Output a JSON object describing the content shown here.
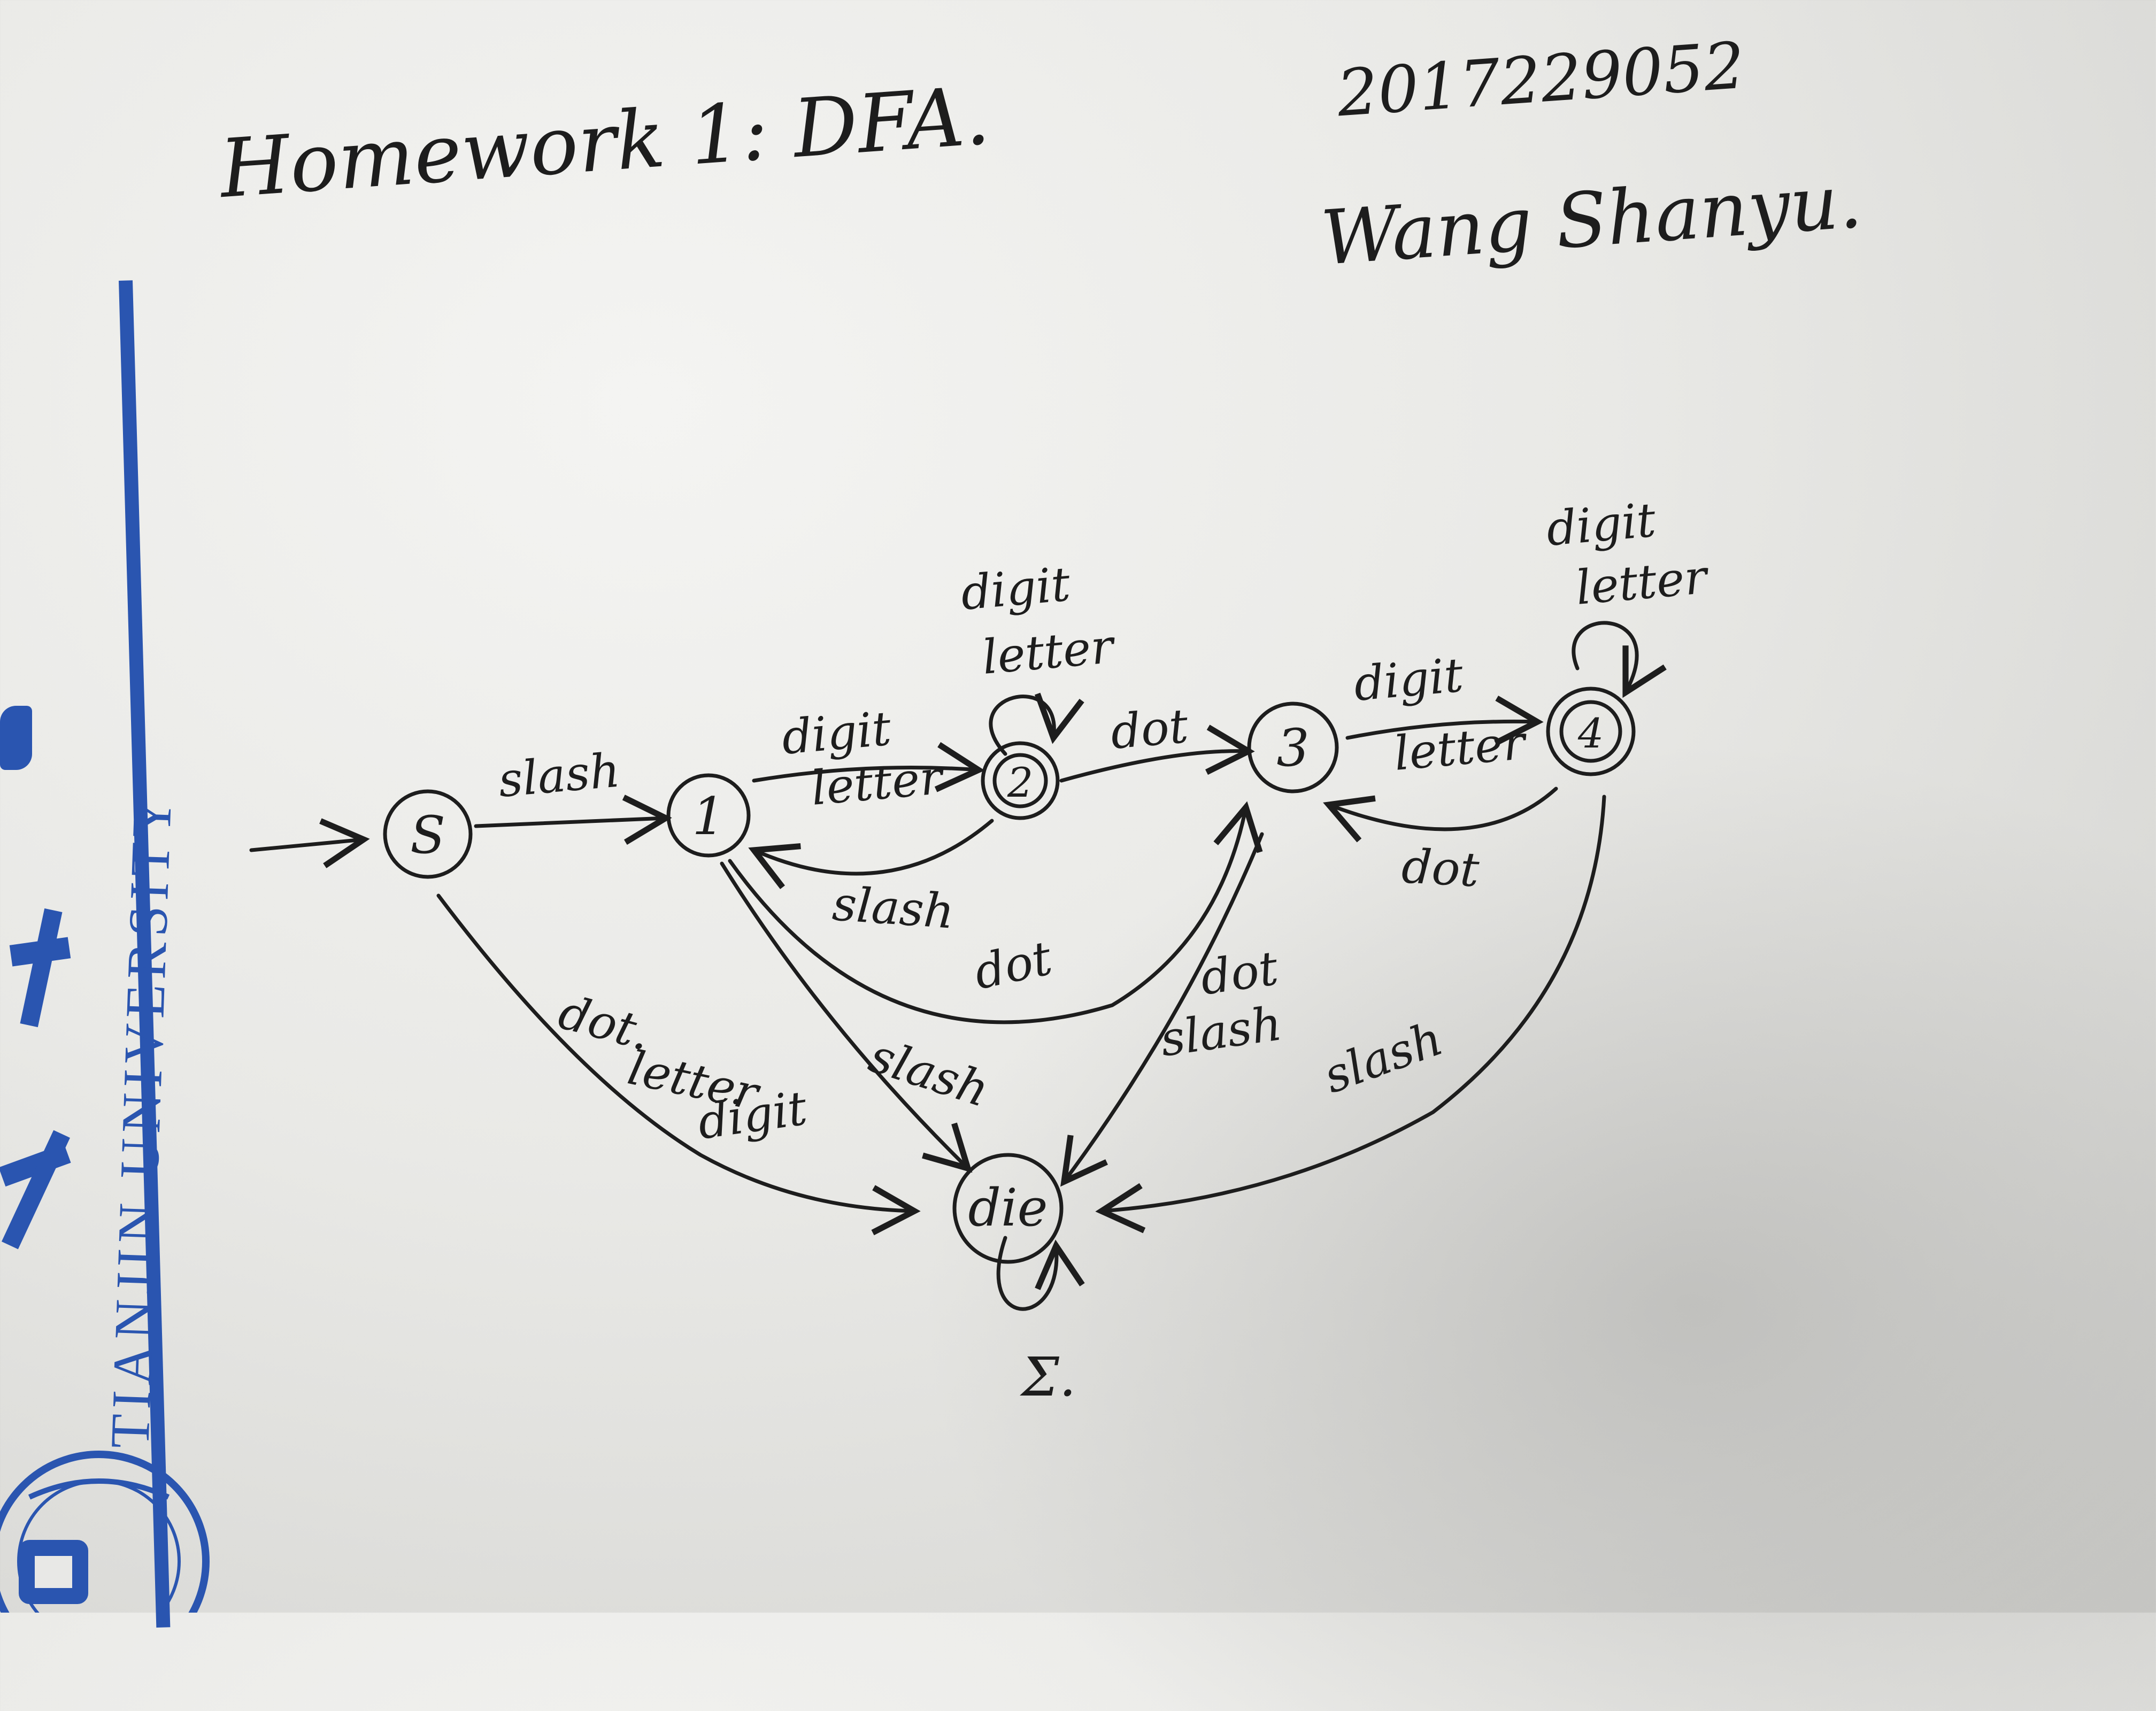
{
  "header": {
    "title": "Homework 1: DFA.",
    "student_id": "2017229052",
    "student_name": "Wang Shanyu."
  },
  "letterhead": {
    "university": "TIANJIN UNIVERSITY",
    "brand_color": "#2a55b0"
  },
  "diagram": {
    "states": [
      {
        "id": "S",
        "label": "S",
        "start": true,
        "accept": false
      },
      {
        "id": "1",
        "label": "1",
        "start": false,
        "accept": false
      },
      {
        "id": "2",
        "label": "2",
        "start": false,
        "accept": true
      },
      {
        "id": "3",
        "label": "3",
        "start": false,
        "accept": false
      },
      {
        "id": "4",
        "label": "4",
        "start": false,
        "accept": true
      },
      {
        "id": "die",
        "label": "die",
        "start": false,
        "accept": false
      }
    ],
    "edge_labels": {
      "s_1": "slash",
      "one_2_a": "digit",
      "one_2_b": "letter",
      "two_loop_a": "digit",
      "two_loop_b": "letter",
      "two_3": "dot",
      "two_1": "slash",
      "three_4_a": "digit",
      "three_4_b": "letter",
      "four_loop_a": "digit",
      "four_loop_b": "letter",
      "four_3": "dot",
      "one_3": "dot",
      "one_die": "slash",
      "s_die_a": "dot.",
      "s_die_b": "letter",
      "s_die_c": "digit",
      "three_die_a": "dot",
      "three_die_b": "slash",
      "four_die": "slash",
      "die_loop": "Σ."
    }
  }
}
